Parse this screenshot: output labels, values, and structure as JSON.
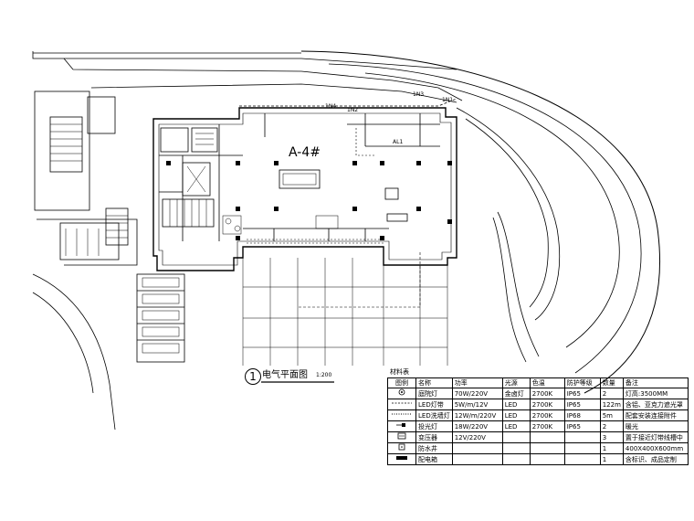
{
  "plan": {
    "area_label": "A-4#",
    "circuit_labels": [
      "1N4",
      "1N2",
      "1N3",
      "1N1",
      "AL1"
    ],
    "drawing_number": "1",
    "drawing_title": "电气平面图",
    "scale": "1:200"
  },
  "materials": {
    "title": "材料表",
    "headers": [
      "图例",
      "名称",
      "功率",
      "光源",
      "色温",
      "防护等级",
      "数量",
      "备注"
    ],
    "rows": [
      {
        "symbol": "circle-dot-icon",
        "name": "庭院灯",
        "power": "70W/220V",
        "source": "金卤灯",
        "cct": "2700K",
        "ip": "IP65",
        "qty": "2",
        "note": "灯高:3500MM"
      },
      {
        "symbol": "dashed-line-icon",
        "name": "LED灯带",
        "power": "5W/m/12V",
        "source": "LED",
        "cct": "2700K",
        "ip": "IP65",
        "qty": "122m",
        "note": "含铝、亚克力遮光罩"
      },
      {
        "symbol": "dotted-line-icon",
        "name": "LED洗墙灯",
        "power": "12W/m/220V",
        "source": "LED",
        "cct": "2700K",
        "ip": "IP68",
        "qty": "5m",
        "note": "配套安装连接附件"
      },
      {
        "symbol": "wall-lamp-icon",
        "name": "投光灯",
        "power": "18W/220V",
        "source": "LED",
        "cct": "2700K",
        "ip": "IP65",
        "qty": "2",
        "note": "暖光"
      },
      {
        "symbol": "transformer-icon",
        "name": "变压器",
        "power": "12V/220V",
        "source": "",
        "cct": "",
        "ip": "",
        "qty": "3",
        "note": "置于接近灯带线槽中"
      },
      {
        "symbol": "box-icon",
        "name": "防水井",
        "power": "",
        "source": "",
        "cct": "",
        "ip": "",
        "qty": "1",
        "note": "400X400X600mm"
      },
      {
        "symbol": "panel-icon",
        "name": "配电箱",
        "power": "",
        "source": "",
        "cct": "",
        "ip": "",
        "qty": "1",
        "note": "含标识、成品定制"
      }
    ]
  }
}
